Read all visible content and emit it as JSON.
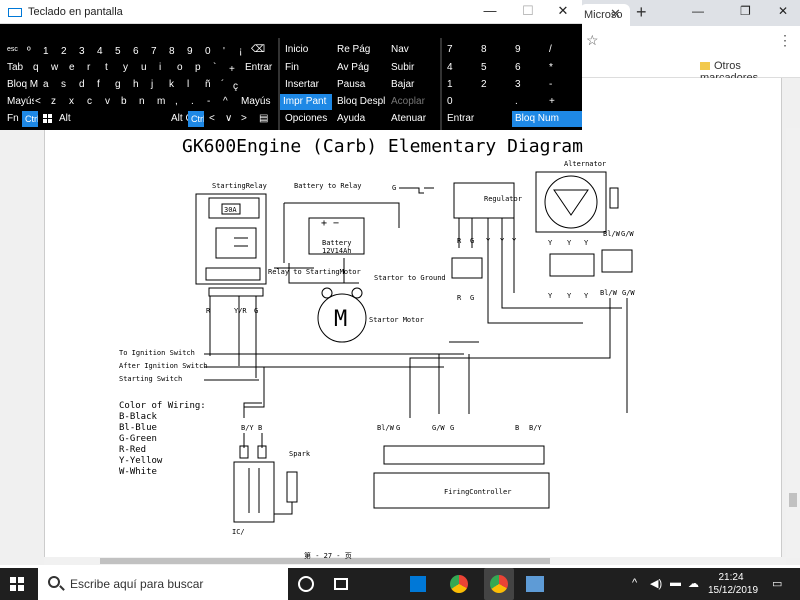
{
  "browser": {
    "tab_title": "Microso",
    "bookmarks_folder": "Otros marcadores",
    "colors": {
      "tabbar": "#dee1e6",
      "abp": "#e53935"
    }
  },
  "osk": {
    "title": "Teclado en pantalla",
    "rows": {
      "row0": [
        "esc",
        "º",
        "1",
        "2",
        "3",
        "4",
        "5",
        "6",
        "7",
        "8",
        "9",
        "0",
        "'",
        "¡",
        "⌫"
      ],
      "row1": [
        "Tab",
        "q",
        "w",
        "e",
        "r",
        "t",
        "y",
        "u",
        "i",
        "o",
        "p",
        "`",
        "+",
        "Entrar"
      ],
      "row2": [
        "Bloq May",
        "a",
        "s",
        "d",
        "f",
        "g",
        "h",
        "j",
        "k",
        "l",
        "ñ",
        "´",
        "ç"
      ],
      "row3": [
        "Mayús",
        "<",
        "z",
        "x",
        "c",
        "v",
        "b",
        "n",
        "m",
        ",",
        ".",
        "-",
        "^",
        "Mayús"
      ],
      "row4": [
        "Fn",
        "Ctrl",
        "win",
        "Alt",
        "Alt Gr",
        "Ctrl",
        "<",
        "∨",
        ">",
        "menu"
      ]
    },
    "nav": {
      "inicio": "Inicio",
      "repag": "Re Pág",
      "nav": "Nav",
      "fin": "Fin",
      "avpag": "Av Pág",
      "subir": "Subir",
      "insertar": "Insertar",
      "pausa": "Pausa",
      "bajar": "Bajar",
      "imprpant": "Impr Pant",
      "bloqdespl": "Bloq Despl",
      "acoplar": "Acoplar",
      "opciones": "Opciones",
      "ayuda": "Ayuda",
      "atenuar": "Atenuar"
    },
    "numpad": {
      "r1": [
        "7",
        "8",
        "9",
        "/"
      ],
      "r2": [
        "4",
        "5",
        "6",
        "*"
      ],
      "r3": [
        "1",
        "2",
        "3",
        "-"
      ],
      "r4": [
        "0",
        ".",
        "+"
      ],
      "entrar": "Entrar",
      "bloqnum": "Bloq Num"
    },
    "colors": {
      "bg": "#000000",
      "active": "#1e88e5"
    }
  },
  "diagram": {
    "title": "GK600Engine (Carb) Elementary Diagram",
    "starting_relay": "StartingRelay",
    "battery_to_relay": "Battery to Relay",
    "relay_30a": "30A",
    "battery": "Battery",
    "battery_spec": "12V14Ah",
    "relay_to_motor": "Relay to StartingMotor",
    "starter_to_ground": "Startor to Ground",
    "starter_motor": "Startor Motor",
    "regulator": "Regulator",
    "alternator": "Alternator",
    "to_ignition_1": "To Ignition Switch",
    "after_ignition": "After Ignition Switch",
    "starting_switch": "Starting Switch",
    "color_heading": "Color of Wiring:",
    "colors": [
      "B-Black",
      "Bl-Blue",
      "G-Green",
      "R-Red",
      "Y-Yellow",
      "W-White"
    ],
    "spark": "Spark",
    "ic": "IC/",
    "firing_controller": "FiringController",
    "page_footer": "第 - 27 - 页",
    "wire_labels": {
      "relay": [
        "R",
        "Y/R",
        "G"
      ],
      "reg": [
        "R",
        "G",
        "Y",
        "Y",
        "Y"
      ],
      "reg_low": [
        "R",
        "G"
      ],
      "alt": [
        "Y",
        "Y",
        "Y"
      ],
      "alt_low": [
        "Y",
        "Y",
        "Y"
      ],
      "alt_side": [
        "Bl/W",
        "G/W"
      ],
      "alt_side_low": [
        "Bl/W",
        "G/W"
      ],
      "coil": [
        "B/Y",
        "B"
      ],
      "fc": [
        "Bl/W",
        "G",
        "G/W",
        "G",
        "B",
        "B/Y"
      ],
      "g_conn": "G"
    }
  },
  "taskbar": {
    "search_placeholder": "Escribe aquí para buscar",
    "time": "21:24",
    "date": "15/12/2019"
  }
}
